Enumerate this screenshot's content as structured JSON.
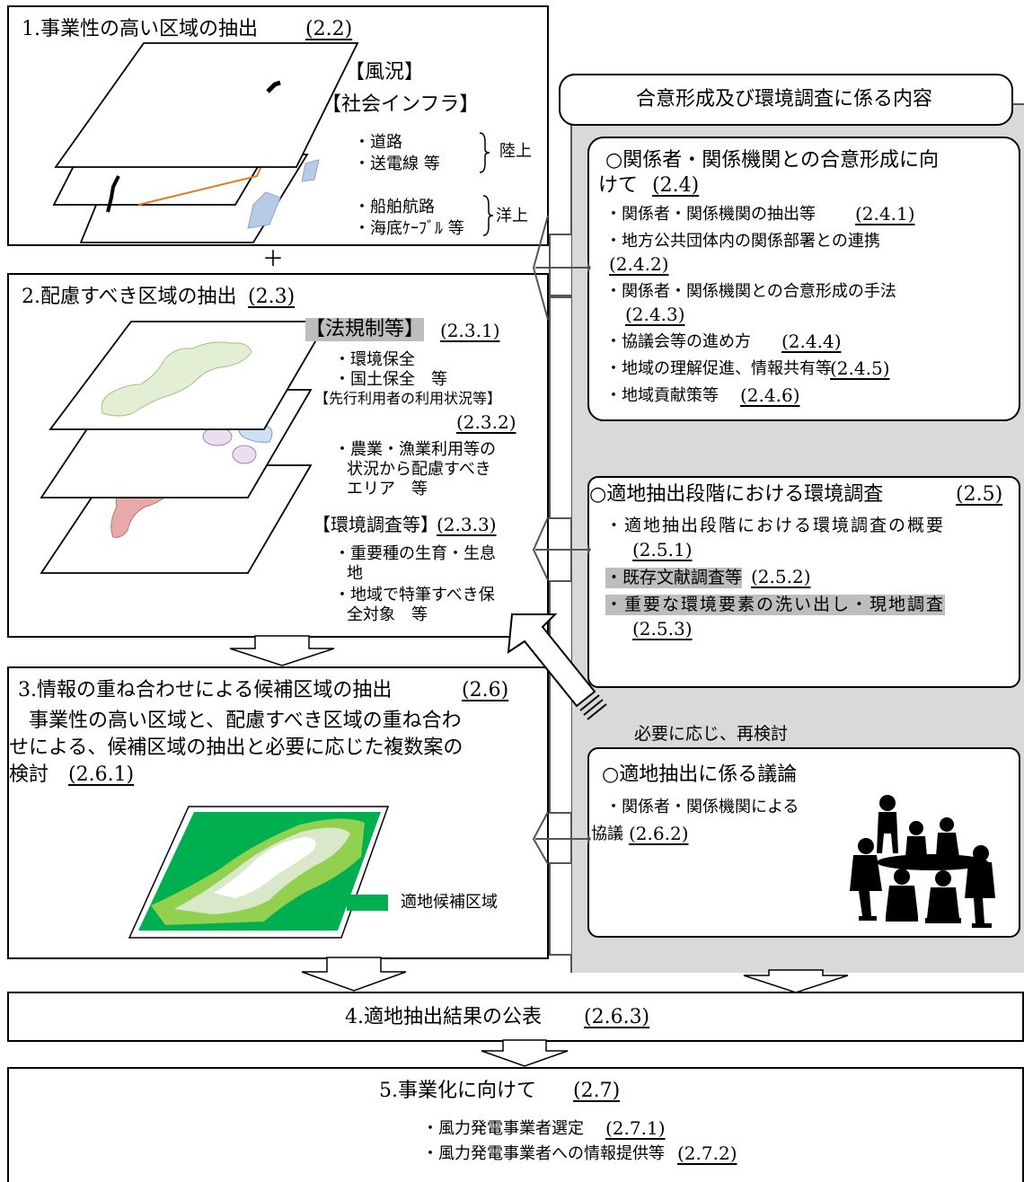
{
  "section1": {
    "title": "1.事業性の高い区域の抽出",
    "ref": "(2.2)",
    "wind": "【風況】",
    "infra": "【社会インフラ】",
    "road": "・道路",
    "power_line": "・送電線 等",
    "land": "陸上",
    "shipping": "・船舶航路",
    "cable": "・海底ｹｰﾌﾞﾙ 等",
    "sea": "洋上"
  },
  "plus": "＋",
  "section2": {
    "title": "2.配慮すべき区域の抽出",
    "ref": "(2.3)",
    "laws": "【法規制等】",
    "laws_ref": "(2.3.1)",
    "env_protect": "・環境保全",
    "land_protect": "・国土保全　等",
    "prior_users": "【先行利用者の利用状況等】",
    "prior_ref": "(2.3.2)",
    "prior_items": [
      "・農業・漁業利用等の",
      "状況から配慮すべき",
      "エリア　等"
    ],
    "env_survey": "【環境調査等】",
    "env_ref": "(2.3.3)",
    "env_items": [
      "・重要種の生育・生息",
      "地",
      "・地域で特筆すべき保",
      "全対象　等"
    ]
  },
  "section3": {
    "title": "3.情報の重ね合わせによる候補区域の抽出",
    "ref": "(2.6)",
    "body": [
      "　事業性の高い区域と、配慮すべき区域の重ね合わ",
      "せによる、候補区域の抽出と必要に応じた複数案の",
      "検討"
    ],
    "body_ref": "(2.6.1)",
    "legend": "適地候補区域"
  },
  "section4": {
    "title": "4.適地抽出結果の公表",
    "ref": "(2.6.3)"
  },
  "section5": {
    "title": "5.事業化に向けて",
    "ref": "(2.7)",
    "item1": "・風力発電事業者選定",
    "item1_ref": "(2.7.1)",
    "item2": "・風力発電事業者への情報提供等",
    "item2_ref": "(2.7.2)"
  },
  "right": {
    "header": "合意形成及び環境調査に係る内容",
    "consensus": {
      "title1": "○関係者・関係機関との合意形成に向",
      "title2": "けて",
      "title_ref": "(2.4)",
      "i1": "・関係者・関係機関の抽出等",
      "i1_ref": "(2.4.1)",
      "i2": "・地方公共団体内の関係部署との連携",
      "i2_ref": "(2.4.2)",
      "i3": "・関係者・関係機関との合意形成の手法",
      "i3_ref": "(2.4.3)",
      "i4": "・協議会等の進め方",
      "i4_ref": "(2.4.4)",
      "i5": "・地域の理解促進、情報共有等",
      "i5_ref": "(2.4.5)",
      "i6": "・地域貢献策等",
      "i6_ref": "(2.4.6)"
    },
    "envsurvey": {
      "title": "○適地抽出段階における環境調査",
      "title_ref": "(2.5)",
      "i1": "・適地抽出段階における環境調査の概要",
      "i1_ref": "(2.5.1)",
      "i2": "・既存文献調査等",
      "i2_ref": "(2.5.2)",
      "i3": "・重要な環境要素の洗い出し・現地調査",
      "i3_ref": "(2.5.3)"
    },
    "recheck": "必要に応じ、再検討",
    "discussion": {
      "title": "○適地抽出に係る議論",
      "i1": "・関係者・関係機関による",
      "i1b": "協議",
      "i1_ref": "(2.6.2)"
    }
  },
  "colors": {
    "panel_gray": "#d9d9d9",
    "candidate_green": "#00b050",
    "route_orange": "#e07b1e"
  }
}
